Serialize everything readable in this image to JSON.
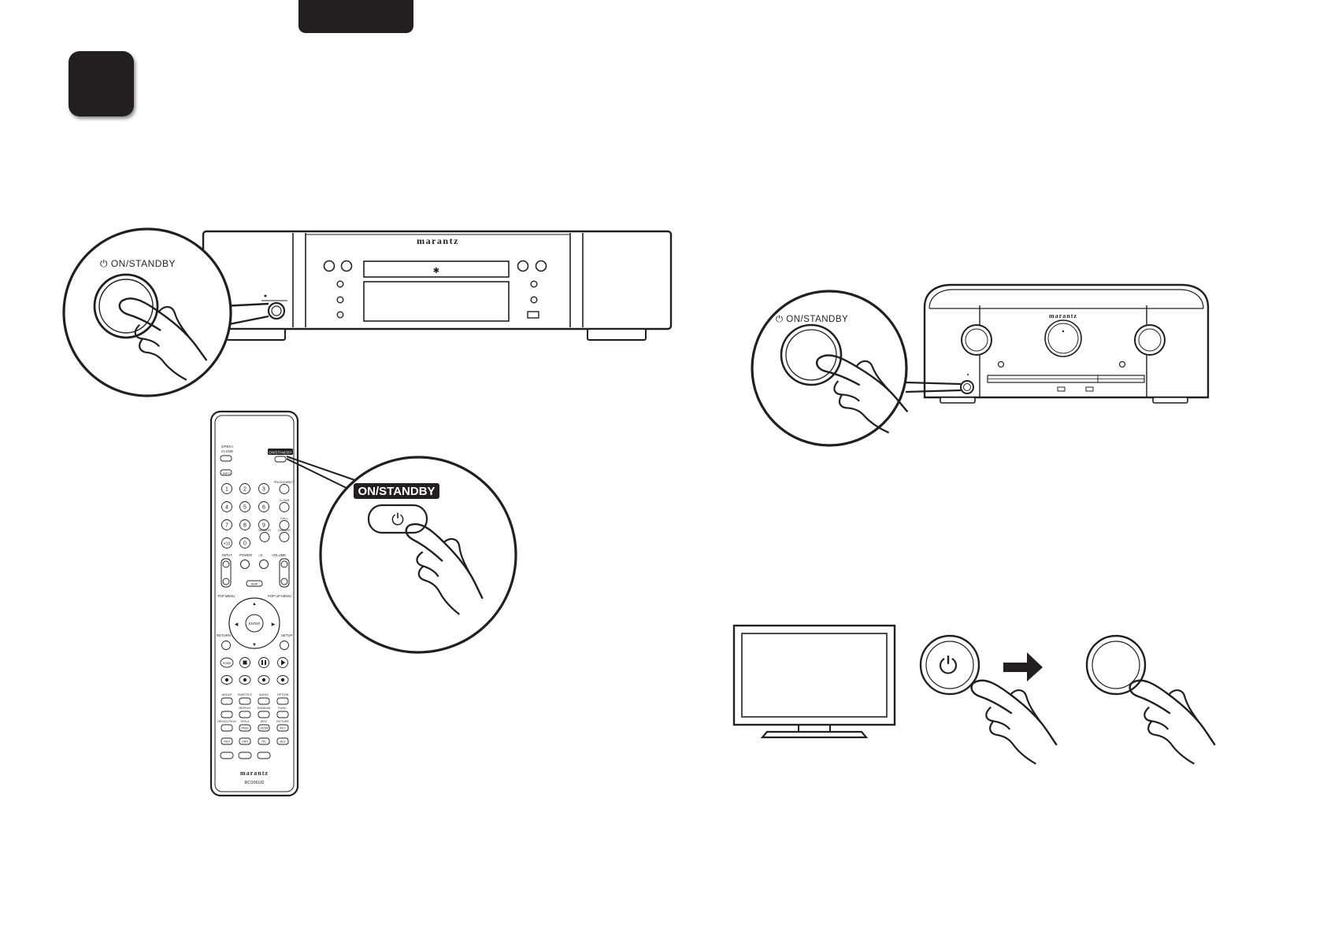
{
  "brand": "marantz",
  "player": {
    "callout_label": "ON/STANDBY",
    "power_icon": "power-icon"
  },
  "remote": {
    "model": "RC006UD",
    "brand": "marantz",
    "on_standby_label": "ON/STANDBY",
    "callout_label": "ON/STANDBY",
    "top_labels": [
      "OPEN /\nCLOSE",
      "INFO"
    ],
    "digits": [
      [
        "1",
        "2",
        "3"
      ],
      [
        "4",
        "5",
        "6"
      ],
      [
        "7",
        "8",
        "9"
      ],
      [
        "+10",
        "0"
      ]
    ],
    "side_labels": [
      "PROG/DIRECT",
      "CLEAR",
      "CALL",
      "SEARCH",
      "DIMMER"
    ],
    "amp_labels": [
      "INPUT",
      "POWER",
      "VOLUME"
    ],
    "amp_button": "AMP",
    "nav_labels": [
      "TOP MENU",
      "POP UP MENU",
      "RETURN",
      "SETUP"
    ],
    "enter_label": "ENTER",
    "home_label": "HOME",
    "func_labels": [
      "ANGLE",
      "SUBTITLE",
      "AUDIO",
      "OPTION"
    ],
    "func_labels2": [
      "REPEAT",
      "RANDOM",
      "FUNC."
    ],
    "func_labels3": [
      "RESOLUTION",
      "DVD A",
      "DISC",
      "PICTURE"
    ],
    "func_btn3": [
      "PAGE",
      "LAYER",
      "ADJ."
    ],
    "color_buttons": [
      "RED",
      "GRN",
      "YEL",
      "BLU"
    ]
  },
  "receiver": {
    "callout_label": "ON/STANDBY"
  },
  "colors": {
    "ink": "#231f20",
    "paper": "#ffffff"
  }
}
